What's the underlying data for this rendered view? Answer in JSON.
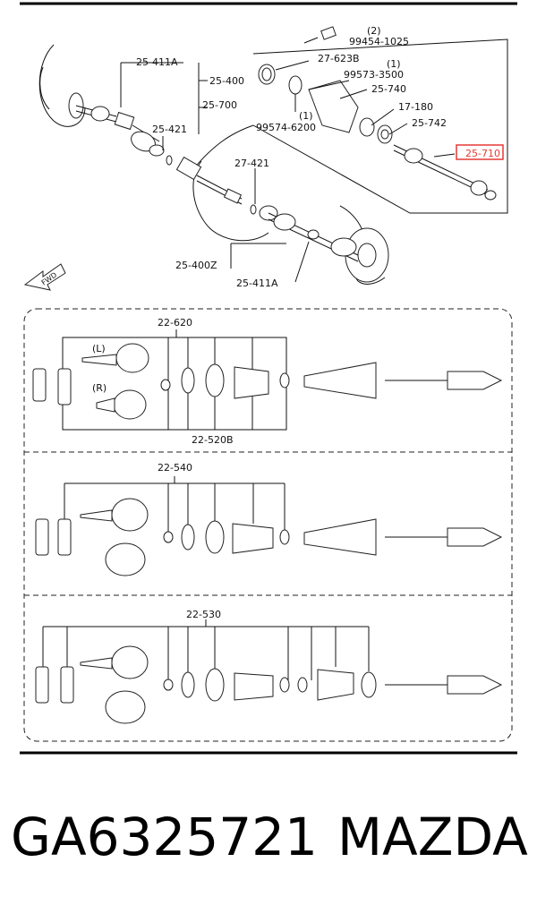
{
  "top_diagram": {
    "labels": {
      "l_25_411A_top": "25-411A",
      "l_25_400": "25-400",
      "l_25_700": "25-700",
      "l_25_421": "25-421",
      "l_27_421": "27-421",
      "l_25_400Z": "25-400Z",
      "l_25_411A_bot": "25-411A",
      "l_2": "(2)",
      "l_99454_1025": "99454-1025",
      "l_27_623B": "27-623B",
      "l_1a": "(1)",
      "l_99573_3500": "99573-3500",
      "l_25_740": "25-740",
      "l_1b": "(1)",
      "l_99574_6200": "99574-6200",
      "l_17_180": "17-180",
      "l_25_742": "25-742",
      "l_25_710": "25-710",
      "l_fwd": "FWD"
    },
    "highlight_color": "#e53935"
  },
  "kit_panel": {
    "labels": {
      "l_22_620": "22-620",
      "l_L": "(L)",
      "l_R": "(R)",
      "l_22_520B": "22-520B",
      "l_22_540": "22-540",
      "l_22_530": "22-530"
    }
  },
  "footer": {
    "part_number": "GA6325721",
    "brand": "MAZDA"
  }
}
